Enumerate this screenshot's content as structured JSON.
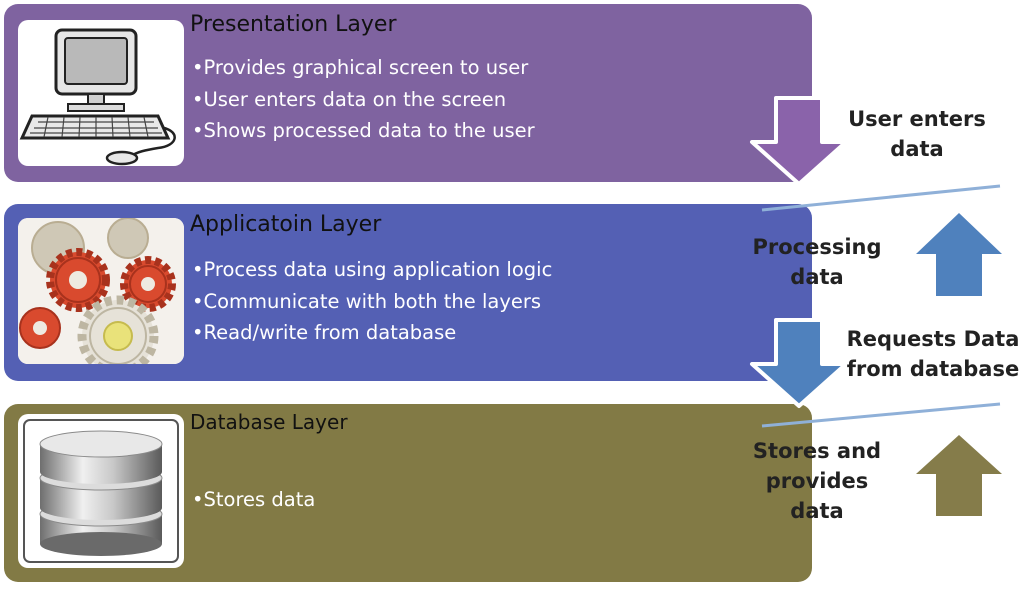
{
  "layers": [
    {
      "title": "Presentation Layer",
      "bullets": [
        "•Provides graphical screen to user",
        "•User enters data on the screen",
        "•Shows processed data to the user"
      ],
      "color": "#7f63a0",
      "icon": "computer-icon"
    },
    {
      "title": "Applicatoin Layer",
      "bullets": [
        "•Process data using application  logic",
        "•Communicate with both the layers",
        "•Read/write from database"
      ],
      "color": "#5460b4",
      "icon": "gears-icon"
    },
    {
      "title": "Database Layer",
      "bullets": [
        "•Stores data"
      ],
      "color": "#827a45",
      "icon": "database-icon"
    }
  ],
  "flow": {
    "user_enters": [
      "User enters",
      "data"
    ],
    "processing": [
      "Processing",
      "data"
    ],
    "requests": [
      "Requests Data",
      "from database"
    ],
    "stores": [
      "Stores and",
      "provides",
      "data"
    ]
  },
  "arrow_colors": {
    "down_purple": "#8a63aa",
    "up_blue": "#4f81bd",
    "down_blue": "#4f81bd",
    "up_olive": "#857c4a"
  }
}
